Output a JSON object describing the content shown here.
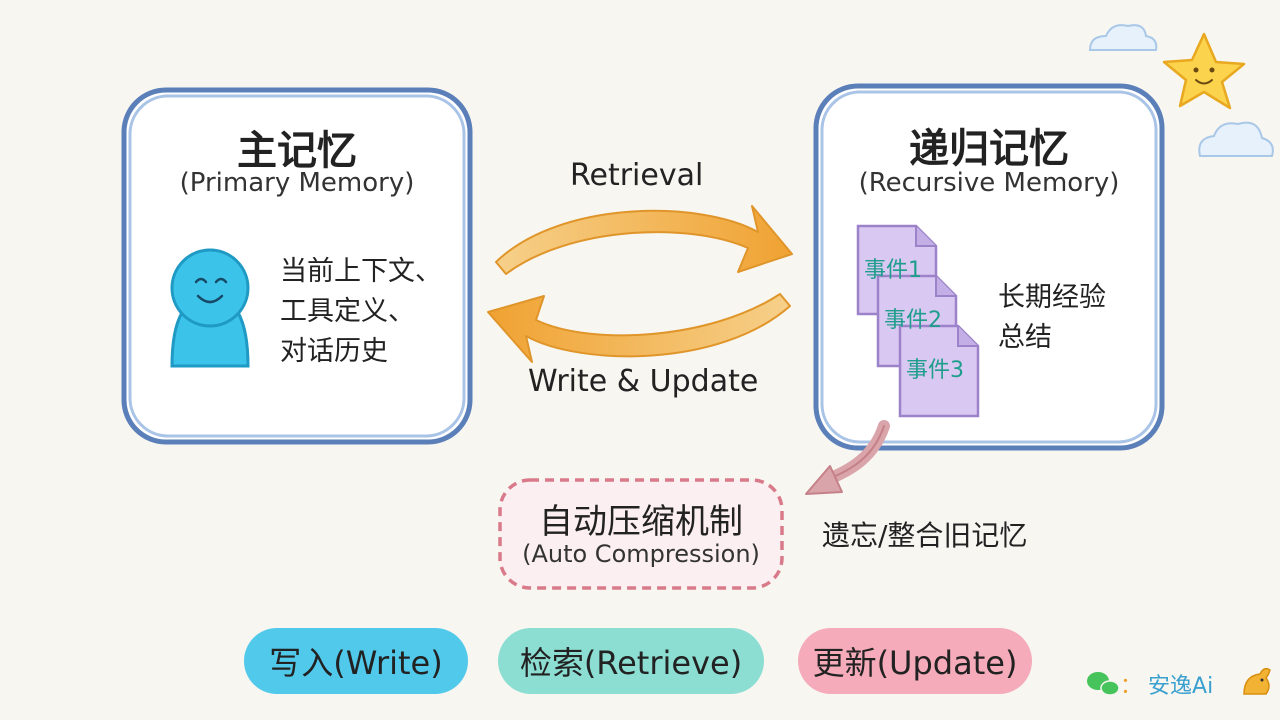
{
  "primary": {
    "title": "主记忆",
    "subtitle": "(Primary Memory)",
    "lines": [
      "当前上下文、",
      "工具定义、",
      "对话历史"
    ]
  },
  "recursive": {
    "title": "递归记忆",
    "subtitle": "(Recursive Memory)",
    "docs": [
      "事件1",
      "事件2",
      "事件3"
    ],
    "summary": [
      "长期经验",
      "总结"
    ]
  },
  "flows": {
    "retrieval": "Retrieval",
    "write_update": "Write & Update",
    "forget": "遗忘/整合旧记忆"
  },
  "compression": {
    "title": "自动压缩机制",
    "subtitle": "(Auto Compression)"
  },
  "legend": [
    {
      "label": "写入(Write)",
      "color": "#3ec4ea"
    },
    {
      "label": "检索(Retrieve)",
      "color": "#7fdccf"
    },
    {
      "label": "更新(Update)",
      "color": "#f4a3b3"
    }
  ],
  "brand": {
    "colon": "：",
    "name": "安逸Ai"
  },
  "colors": {
    "frame_blue": "#5b7fb8",
    "arrow_orange": "#f0a83c",
    "doc_purple": "#d4c2ee",
    "compression_border": "#d97a8a"
  }
}
